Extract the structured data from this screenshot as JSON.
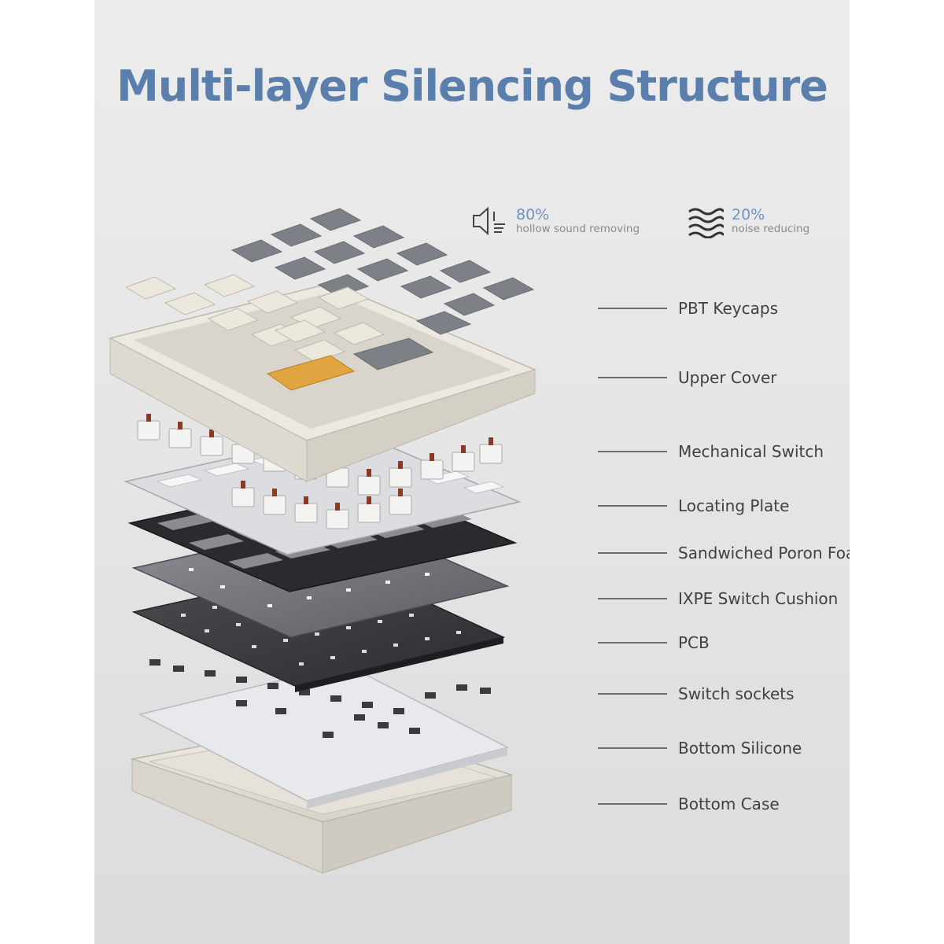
{
  "title": "Multi-layer Silencing Structure",
  "stats": [
    {
      "icon": "speaker-mute-icon",
      "percent": "80%",
      "description": "hollow sound removing"
    },
    {
      "icon": "sound-waves-icon",
      "percent": "20%",
      "description": "noise reducing"
    }
  ],
  "layers": [
    "PBT Keycaps",
    "Upper Cover",
    "Mechanical Switch",
    "Locating Plate",
    "Sandwiched Poron Foam",
    "IXPE Switch Cushion",
    "PCB",
    "Switch sockets",
    "Bottom Silicone",
    "Bottom Case"
  ],
  "colors": {
    "title": "#5a7fad",
    "stat_percent": "#6f93c0",
    "keycap_grey": "#7d8086",
    "keycap_white": "#ece8de",
    "accent_key": "#e0a540",
    "switch_stem": "#8a3a24"
  }
}
